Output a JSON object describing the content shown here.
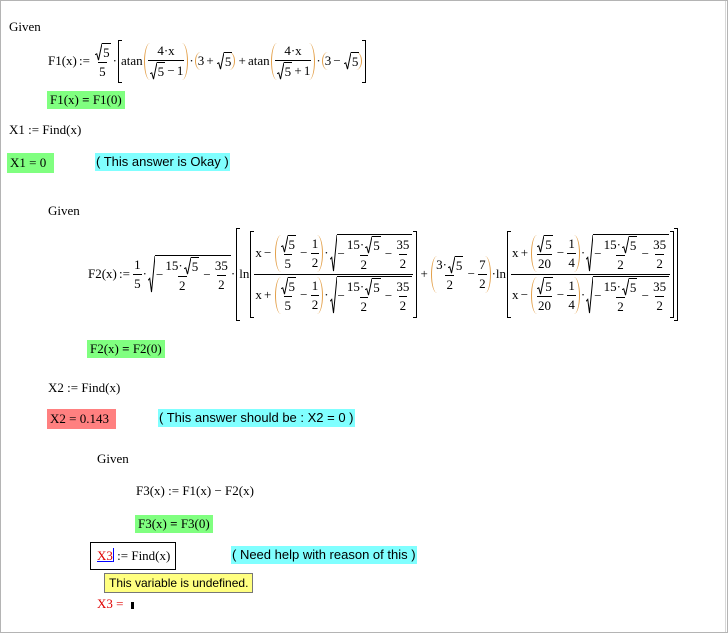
{
  "worksheet": {
    "given_1": "Given",
    "f1_def": [
      "F1(x) := ",
      {
        "f": [
          [
            {
              "s": [
                "5"
              ]
            }
          ],
          [
            "5"
          ]
        ]
      },
      "·",
      {
        "b": [
          "atan",
          {
            "p": [
              {
                "f": [
                  [
                    "4·x"
                  ],
                  [
                    {
                      "s": [
                        "5"
                      ]
                    },
                    " − 1"
                  ]
                ]
              }
            ]
          },
          "·",
          {
            "p": [
              "3 + ",
              {
                "s": [
                  "5"
                ]
              }
            ]
          },
          " + atan",
          {
            "p": [
              {
                "f": [
                  [
                    "4·x"
                  ],
                  [
                    {
                      "s": [
                        "5"
                      ]
                    },
                    " + 1"
                  ]
                ]
              }
            ]
          },
          "·",
          {
            "p": [
              "3 − ",
              {
                "s": [
                  "5"
                ]
              }
            ]
          }
        ]
      }
    ],
    "f1_constraint": {
      "lhs": "F1(x) ",
      "op": "=",
      "rhs": " F1(0)"
    },
    "x1_def": "X1 := Find(x)",
    "x1_result": "X1 = 0",
    "x1_comment": "( This answer is Okay )",
    "given_2": "Given",
    "f2_def": [
      "F2(x) := ",
      {
        "f": [
          [
            "1"
          ],
          [
            "5"
          ]
        ]
      },
      "·",
      {
        "s": [
          "−",
          {
            "f": [
              [
                "15·",
                {
                  "s": [
                    "5"
                  ]
                }
              ],
              [
                "2"
              ]
            ]
          },
          " − ",
          {
            "f": [
              [
                "35"
              ],
              [
                "2"
              ]
            ]
          }
        ]
      },
      "·",
      {
        "b": [
          "ln",
          {
            "b": [
              {
                "f": [
                  [
                    "x − ",
                    {
                      "p": [
                        {
                          "f": [
                            [
                              {
                                "s": [
                                  "5"
                                ]
                              }
                            ],
                            [
                              "5"
                            ]
                          ]
                        },
                        " − ",
                        {
                          "f": [
                            [
                              "1"
                            ],
                            [
                              "2"
                            ]
                          ]
                        }
                      ]
                    },
                    "·",
                    {
                      "s": [
                        "−",
                        {
                          "f": [
                            [
                              "15·",
                              {
                                "s": [
                                  "5"
                                ]
                              }
                            ],
                            [
                              "2"
                            ]
                          ]
                        },
                        " − ",
                        {
                          "f": [
                            [
                              "35"
                            ],
                            [
                              "2"
                            ]
                          ]
                        }
                      ]
                    }
                  ],
                  [
                    "x + ",
                    {
                      "p": [
                        {
                          "f": [
                            [
                              {
                                "s": [
                                  "5"
                                ]
                              }
                            ],
                            [
                              "5"
                            ]
                          ]
                        },
                        " − ",
                        {
                          "f": [
                            [
                              "1"
                            ],
                            [
                              "2"
                            ]
                          ]
                        }
                      ]
                    },
                    "·",
                    {
                      "s": [
                        "−",
                        {
                          "f": [
                            [
                              "15·",
                              {
                                "s": [
                                  "5"
                                ]
                              }
                            ],
                            [
                              "2"
                            ]
                          ]
                        },
                        " − ",
                        {
                          "f": [
                            [
                              "35"
                            ],
                            [
                              "2"
                            ]
                          ]
                        }
                      ]
                    }
                  ]
                ]
              }
            ]
          },
          " + ",
          {
            "p": [
              {
                "f": [
                  [
                    "3·",
                    {
                      "s": [
                        "5"
                      ]
                    }
                  ],
                  [
                    "2"
                  ]
                ]
              },
              " − ",
              {
                "f": [
                  [
                    "7"
                  ],
                  [
                    "2"
                  ]
                ]
              }
            ]
          },
          "·ln",
          {
            "b": [
              {
                "f": [
                  [
                    "x + ",
                    {
                      "p": [
                        {
                          "f": [
                            [
                              {
                                "s": [
                                  "5"
                                ]
                              }
                            ],
                            [
                              "20"
                            ]
                          ]
                        },
                        " − ",
                        {
                          "f": [
                            [
                              "1"
                            ],
                            [
                              "4"
                            ]
                          ]
                        }
                      ]
                    },
                    "·",
                    {
                      "s": [
                        "−",
                        {
                          "f": [
                            [
                              "15·",
                              {
                                "s": [
                                  "5"
                                ]
                              }
                            ],
                            [
                              "2"
                            ]
                          ]
                        },
                        " − ",
                        {
                          "f": [
                            [
                              "35"
                            ],
                            [
                              "2"
                            ]
                          ]
                        }
                      ]
                    }
                  ],
                  [
                    "x − ",
                    {
                      "p": [
                        {
                          "f": [
                            [
                              {
                                "s": [
                                  "5"
                                ]
                              }
                            ],
                            [
                              "20"
                            ]
                          ]
                        },
                        " − ",
                        {
                          "f": [
                            [
                              "1"
                            ],
                            [
                              "4"
                            ]
                          ]
                        }
                      ]
                    },
                    "·",
                    {
                      "s": [
                        "−",
                        {
                          "f": [
                            [
                              "15·",
                              {
                                "s": [
                                  "5"
                                ]
                              }
                            ],
                            [
                              "2"
                            ]
                          ]
                        },
                        " − ",
                        {
                          "f": [
                            [
                              "35"
                            ],
                            [
                              "2"
                            ]
                          ]
                        }
                      ]
                    }
                  ]
                ]
              }
            ]
          }
        ]
      }
    ],
    "f2_constraint": {
      "lhs": "F2(x) ",
      "op": "=",
      "rhs": " F2(0)"
    },
    "x2_def": "X2 := Find(x)",
    "x2_result": "X2 = 0.143",
    "x2_comment": "( This answer should be : X2 = 0 )",
    "given_3": "Given",
    "f3_def": "F3(x) := F1(x) − F2(x)",
    "f3_constraint": {
      "lhs": "F3(x) ",
      "op": "=",
      "rhs": " F3(0)"
    },
    "x3_def": {
      "var": "X3",
      "rest": " := Find(x)"
    },
    "x3_comment": "( Need help with reason of this )",
    "x3_tooltip": "This variable is undefined.",
    "x3_eval": "X3 = "
  },
  "colors": {
    "ok": "#80ff80",
    "error": "#ff8080",
    "comment": "#80ffff",
    "tooltip": "#ffff80",
    "undefined": "#e00000",
    "paren": "#e3a04a"
  }
}
